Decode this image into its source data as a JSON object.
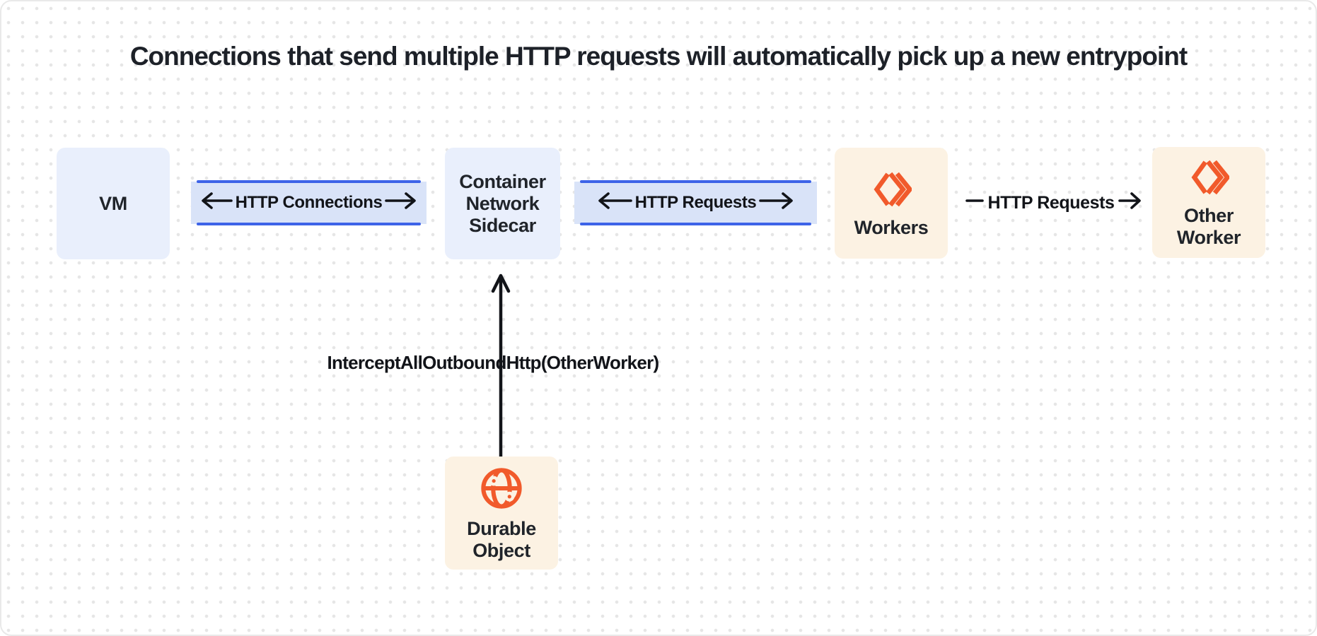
{
  "title": "Connections that send multiple HTTP requests will automatically pick up a new entrypoint",
  "nodes": {
    "vm": {
      "label": "VM"
    },
    "container_sidecar": {
      "lines": [
        "Container",
        "Network",
        "Sidecar"
      ]
    },
    "workers": {
      "label": "Workers",
      "icon": "cloudflare-workers-logo"
    },
    "other_worker": {
      "lines": [
        "Other",
        "Worker"
      ],
      "icon": "cloudflare-workers-logo"
    },
    "durable_object": {
      "lines": [
        "Durable",
        "Object"
      ],
      "icon": "globe-icon"
    }
  },
  "connectors": {
    "vm_to_sidecar": {
      "label": "HTTP Connections",
      "style": "double-arrow-bar"
    },
    "sidecar_to_workers": {
      "label": "HTTP Requests",
      "style": "double-arrow-bar"
    },
    "workers_to_other_worker": {
      "label": "HTTP Requests",
      "style": "plain-right-arrow"
    },
    "durable_to_sidecar": {
      "label": "InterceptAllOutboundHttp(OtherWorker)",
      "style": "up-arrow"
    }
  },
  "colors": {
    "accent_blue_line": "#3D63E8",
    "bar_fill": "#D9E3F8",
    "blue_box_fill": "#E9EFFC",
    "cream_box_fill": "#FCF2E3",
    "brand_orange": "#F15A2B",
    "dot_grid": "#E6E6E6",
    "text_dark": "#1D2128"
  }
}
